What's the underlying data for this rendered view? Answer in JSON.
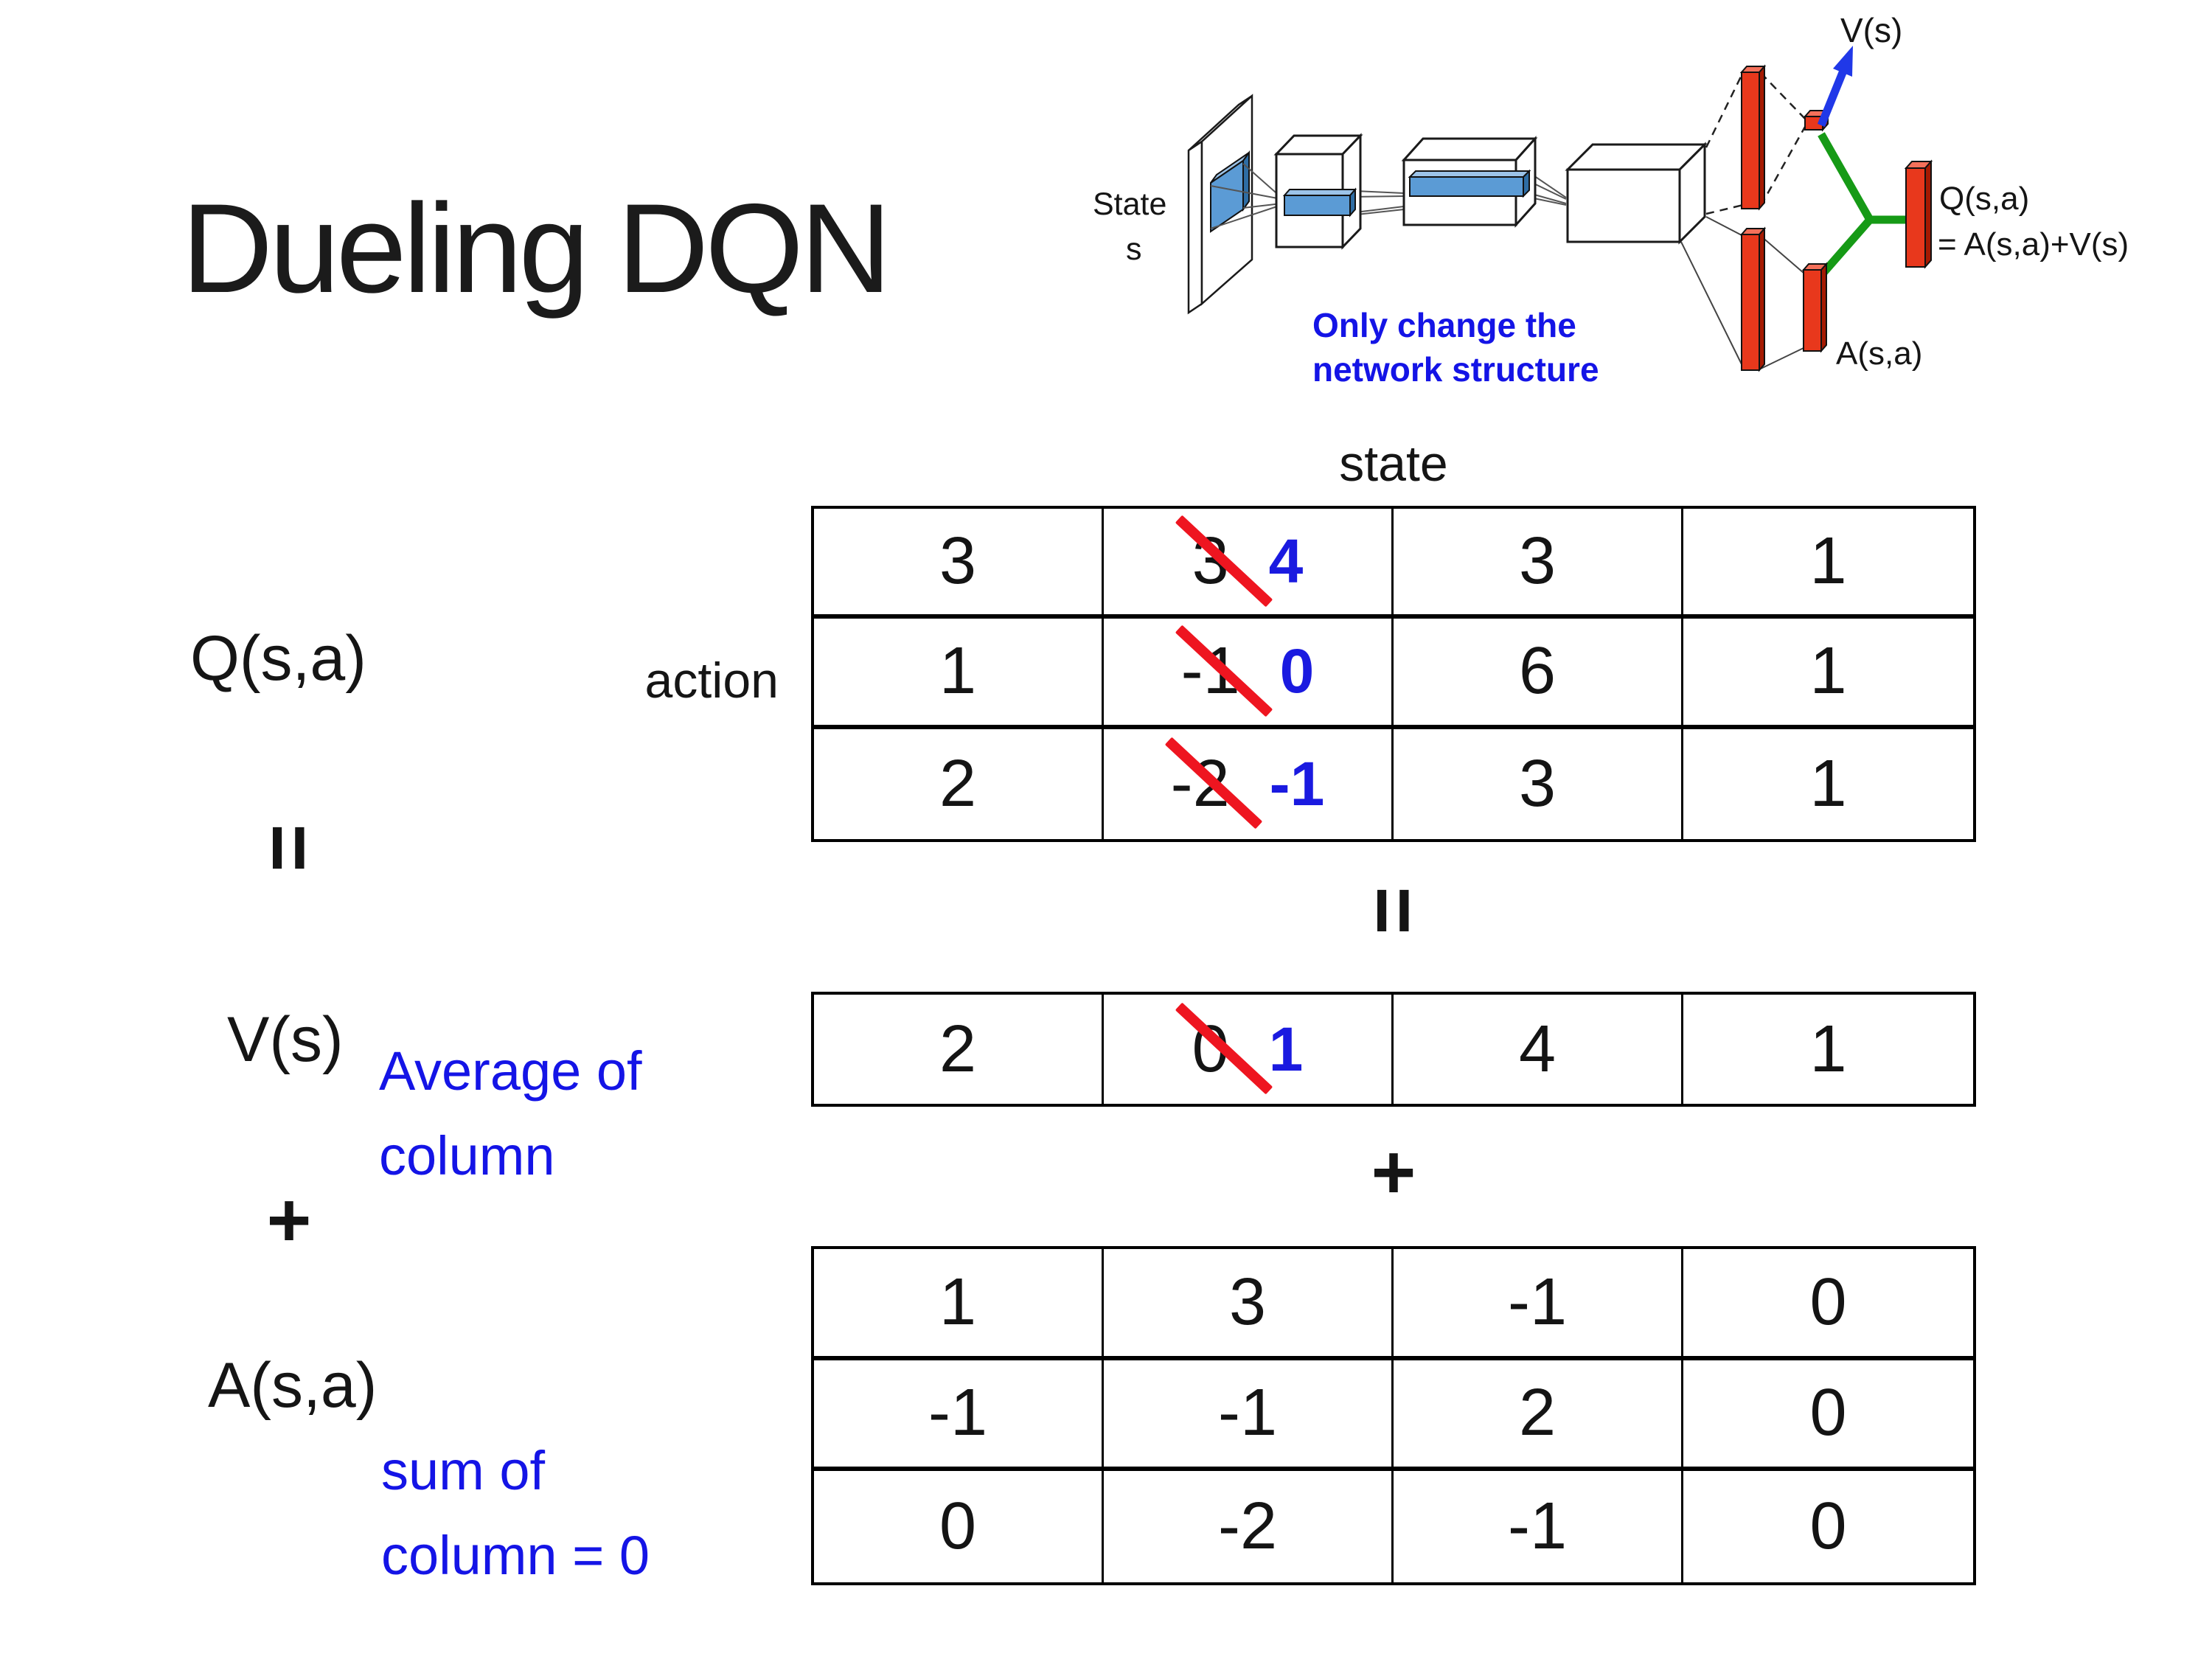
{
  "slide": {
    "title": "Dueling DQN"
  },
  "colors": {
    "note_blue": "#1414e6",
    "value_blue": "#1a1ae0",
    "strike_red": "#ee1520",
    "bar_red": "#e8381c",
    "stream_green": "#169a16",
    "arrow_blue": "#2038e8",
    "filter_blue": "#5b9bd5"
  },
  "diagram": {
    "input_line1": "State",
    "input_line2": "s",
    "note_line1": "Only change the",
    "note_line2": "network structure",
    "v_output": "V(s)",
    "q_output": "Q(s,a)",
    "q_formula": "= A(s,a)+V(s)",
    "a_output": "A(s,a)"
  },
  "equation": {
    "q_label": "Q(s,a)",
    "eq_symbol": "=",
    "v_label": "V(s)",
    "plus_symbol": "+",
    "a_label": "A(s,a)",
    "state_header": "state",
    "action_label": "action",
    "avg_note_line1": "Average of",
    "avg_note_line2": "column",
    "sum_note_line1": "sum of",
    "sum_note_line2": "column = 0"
  },
  "tables": {
    "q": {
      "rows": [
        {
          "cells": [
            {
              "v": "3"
            },
            {
              "old": "3",
              "new": "4"
            },
            {
              "v": "3"
            },
            {
              "v": "1"
            }
          ]
        },
        {
          "cells": [
            {
              "v": "1"
            },
            {
              "old": "-1",
              "new": "0"
            },
            {
              "v": "6"
            },
            {
              "v": "1"
            }
          ]
        },
        {
          "cells": [
            {
              "v": "2"
            },
            {
              "old": "-2",
              "new": "-1"
            },
            {
              "v": "3"
            },
            {
              "v": "1"
            }
          ]
        }
      ]
    },
    "v": {
      "rows": [
        {
          "cells": [
            {
              "v": "2"
            },
            {
              "old": "0",
              "new": "1"
            },
            {
              "v": "4"
            },
            {
              "v": "1"
            }
          ]
        }
      ]
    },
    "a": {
      "rows": [
        {
          "cells": [
            {
              "v": "1"
            },
            {
              "v": "3"
            },
            {
              "v": "-1"
            },
            {
              "v": "0"
            }
          ]
        },
        {
          "cells": [
            {
              "v": "-1"
            },
            {
              "v": "-1"
            },
            {
              "v": "2"
            },
            {
              "v": "0"
            }
          ]
        },
        {
          "cells": [
            {
              "v": "0"
            },
            {
              "v": "-2"
            },
            {
              "v": "-1"
            },
            {
              "v": "0"
            }
          ]
        }
      ]
    }
  }
}
